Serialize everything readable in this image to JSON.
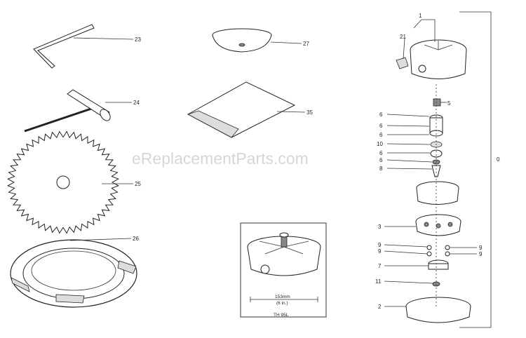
{
  "watermark": "eReplacementParts.com",
  "labels": {
    "l23": "23",
    "l24": "24",
    "l25": "25",
    "l26": "26",
    "l27": "27",
    "l35": "35",
    "l1": "1",
    "l21": "21",
    "l5": "5",
    "l6a": "6",
    "l6b": "6",
    "l6c": "6",
    "l10": "10",
    "l6d": "6",
    "l6e": "6",
    "l8": "8",
    "l3": "3",
    "l9a": "9",
    "l9b": "9",
    "l9c": "9",
    "l9d": "9",
    "l7": "7",
    "l11": "11",
    "l2": "2",
    "l0": "0"
  },
  "inset": {
    "dimension": "153mm",
    "dimension_sub": "(6 in.)",
    "model": "TH 95L"
  },
  "icons": [
    "hex-key",
    "spark-plug-wrench",
    "saw-blade",
    "guard-ring",
    "cup-washer",
    "instruction-sheet",
    "trimmer-head"
  ]
}
